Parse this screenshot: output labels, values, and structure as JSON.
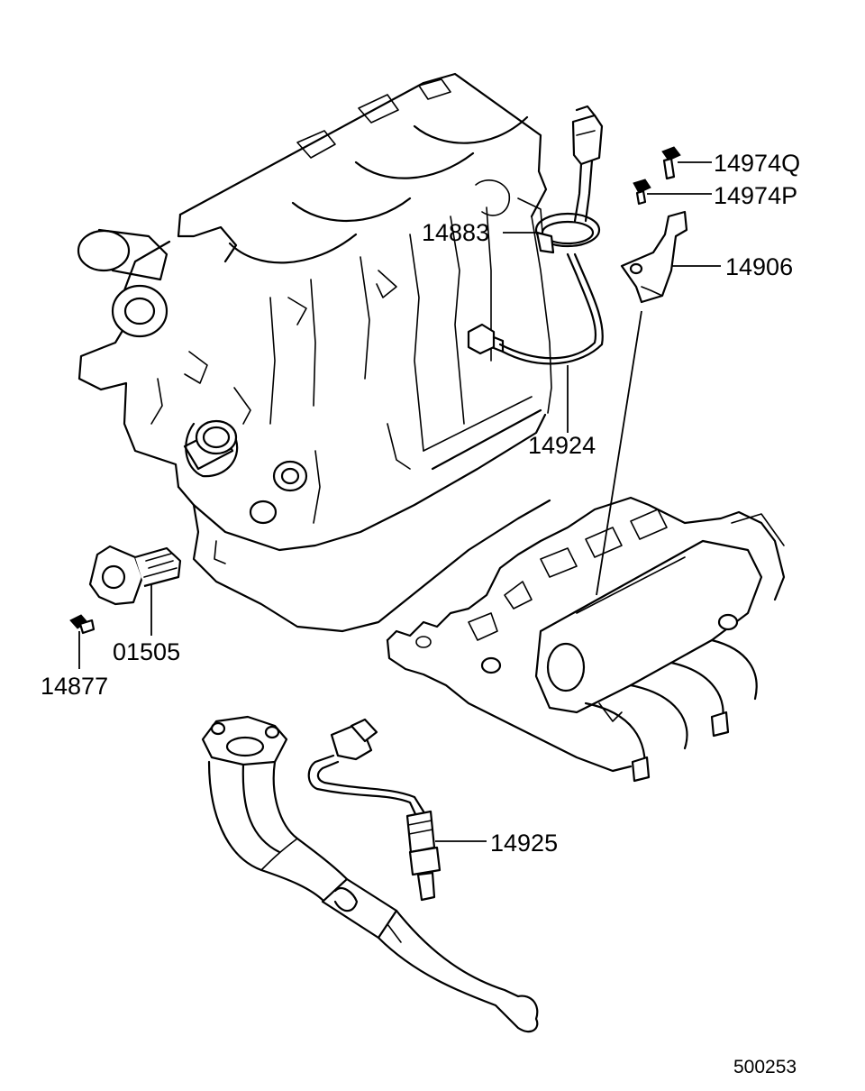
{
  "labels": {
    "p14974Q": "14974Q",
    "p14974P": "14974P",
    "p14883": "14883",
    "p14906": "14906",
    "p14924": "14924",
    "p01505": "01505",
    "p14877": "14877",
    "p14925": "14925"
  },
  "figure_id": "500253"
}
